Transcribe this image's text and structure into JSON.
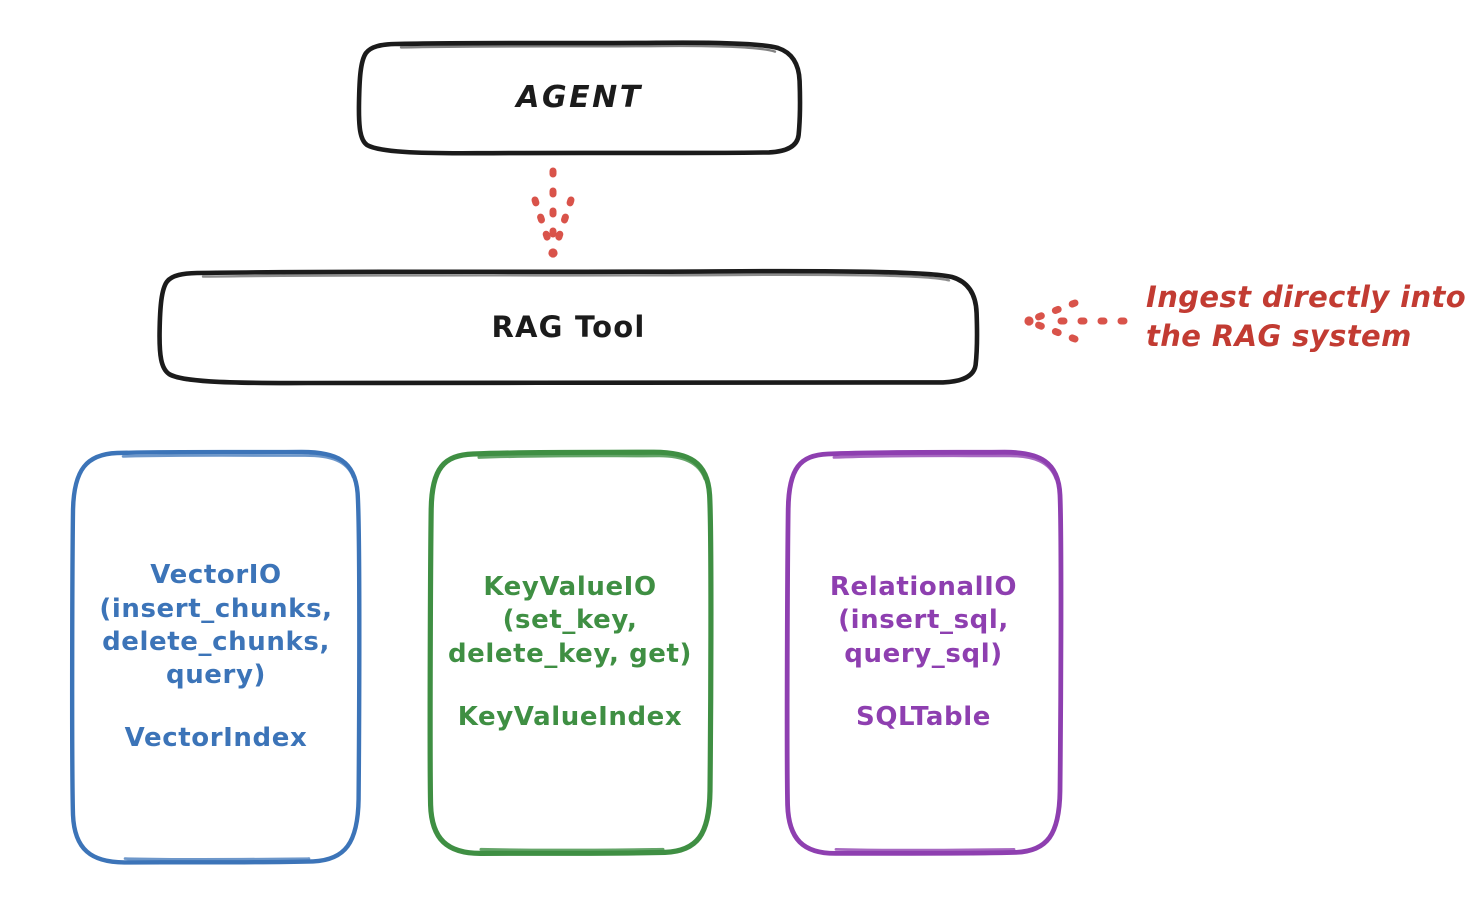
{
  "diagram": {
    "title_text": "AGENT",
    "background_color": "#ffffff",
    "nodes": {
      "agent": {
        "label": "AGENT",
        "stroke_color": "#1b1b1b"
      },
      "rag_tool": {
        "label": "RAG Tool",
        "stroke_color": "#1b1b1b"
      },
      "vector_io": {
        "primary_label": "VectorIO\n(insert_chunks,\ndelete_chunks,\nquery)",
        "secondary_label": "VectorIndex",
        "stroke_color": "#3c74b8",
        "text_color": "#3c74b8"
      },
      "key_value_io": {
        "primary_label": "KeyValueIO\n(set_key,\ndelete_key, get)",
        "secondary_label": "KeyValueIndex",
        "stroke_color": "#3f8f43",
        "text_color": "#3f8f43"
      },
      "relational_io": {
        "primary_label": "RelationalIO\n(insert_sql,\nquery_sql)",
        "secondary_label": "SQLTable",
        "stroke_color": "#8e3fb0",
        "text_color": "#8e3fb0"
      }
    },
    "annotations": {
      "ingest_note": {
        "text": "Ingest directly into\nthe RAG system",
        "color": "#c23b32"
      }
    },
    "connectors": [
      {
        "name": "agent-to-rag-tool",
        "style": "dotted",
        "color": "#d9534a",
        "direction": "down"
      },
      {
        "name": "ingest-into-rag-tool",
        "style": "dotted",
        "color": "#d9534a",
        "direction": "left"
      }
    ]
  }
}
